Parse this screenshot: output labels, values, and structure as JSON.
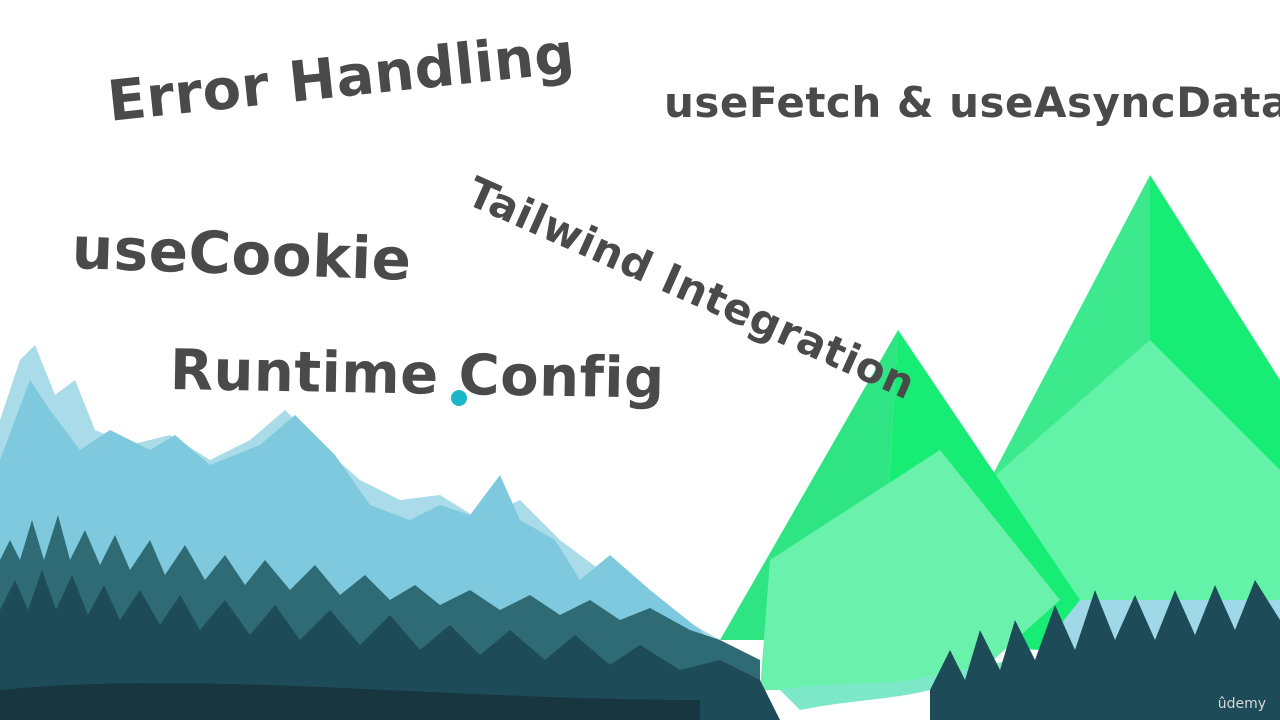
{
  "topics": {
    "error_handling": "Error Handling",
    "use_fetch": "useFetch & useAsyncData",
    "use_cookie": "useCookie",
    "tailwind": "Tailwind Integration",
    "runtime_config": "Runtime Config"
  },
  "brand": "ûdemy",
  "colors": {
    "text": "#4a4a4a",
    "sky_mountains": "#7ec9de",
    "green_peaks": "#17ec74",
    "forest": "#1d4b57",
    "cursor": "#1cb6c9"
  }
}
